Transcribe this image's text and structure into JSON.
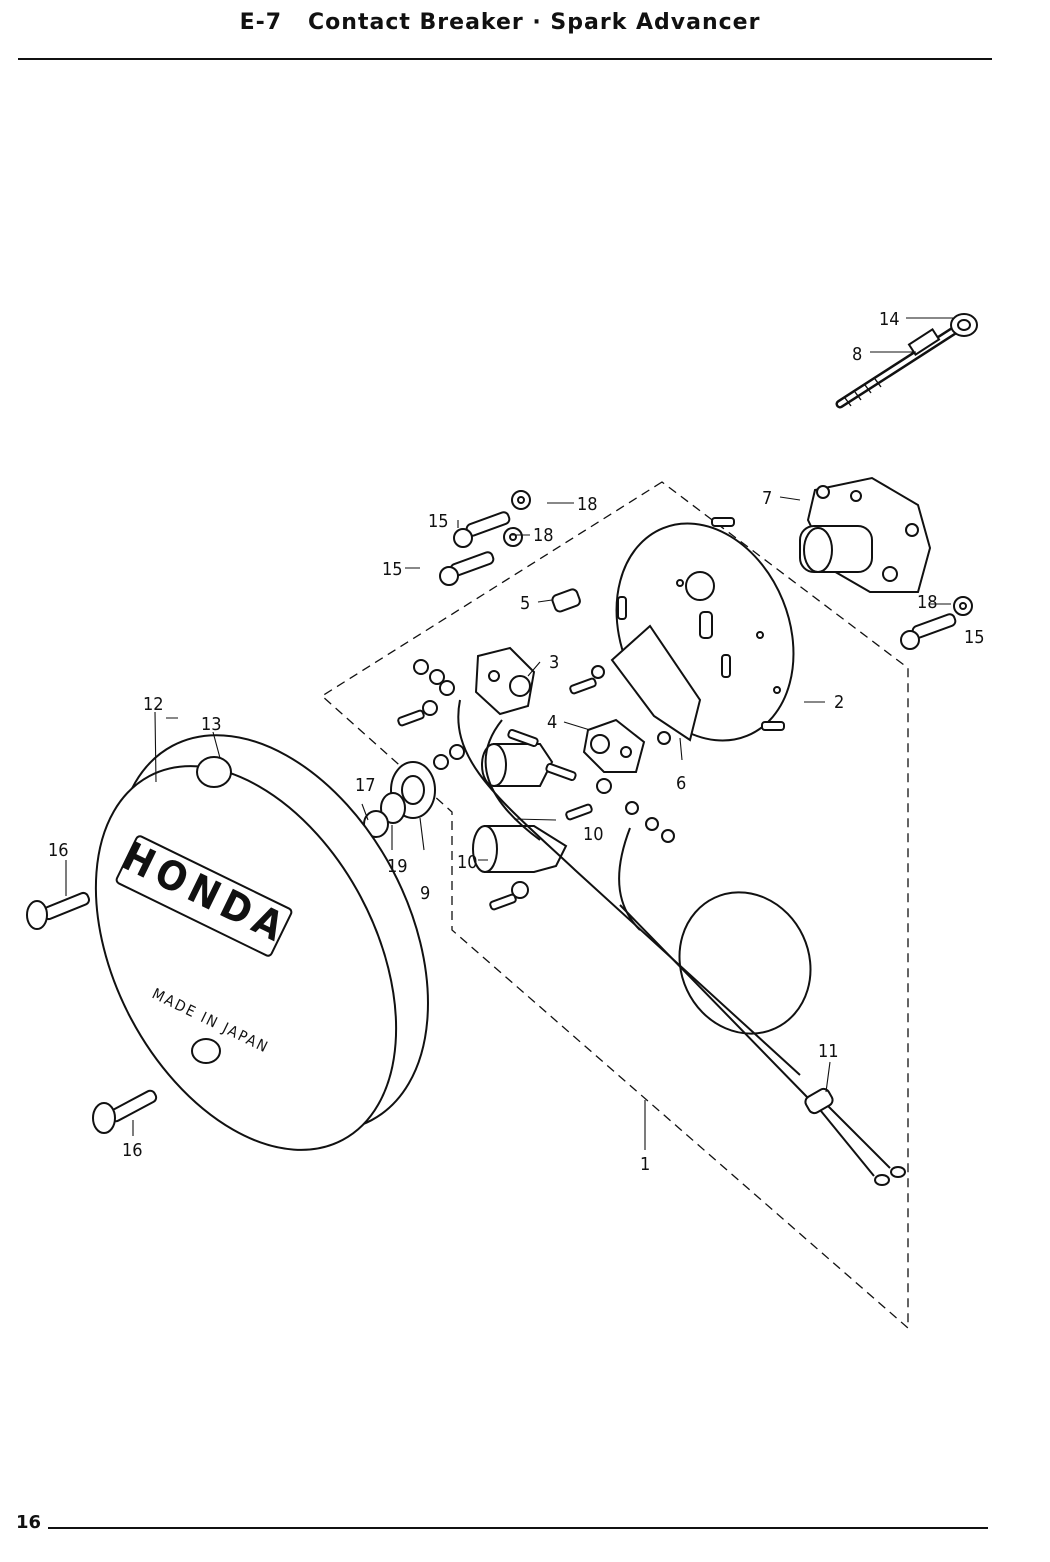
{
  "header": {
    "section_number": "E-7",
    "section_title": "Contact Breaker · Spark Advancer"
  },
  "footer": {
    "page_number": "16"
  },
  "cover_text": {
    "brand": "HONDA",
    "made_in": "MADE IN JAPAN"
  },
  "callouts": [
    "1",
    "2",
    "3",
    "4",
    "5",
    "6",
    "7",
    "8",
    "9",
    "10",
    "10",
    "11",
    "12",
    "13",
    "14",
    "15",
    "15",
    "15",
    "16",
    "16",
    "17",
    "18",
    "18",
    "18",
    "19"
  ]
}
